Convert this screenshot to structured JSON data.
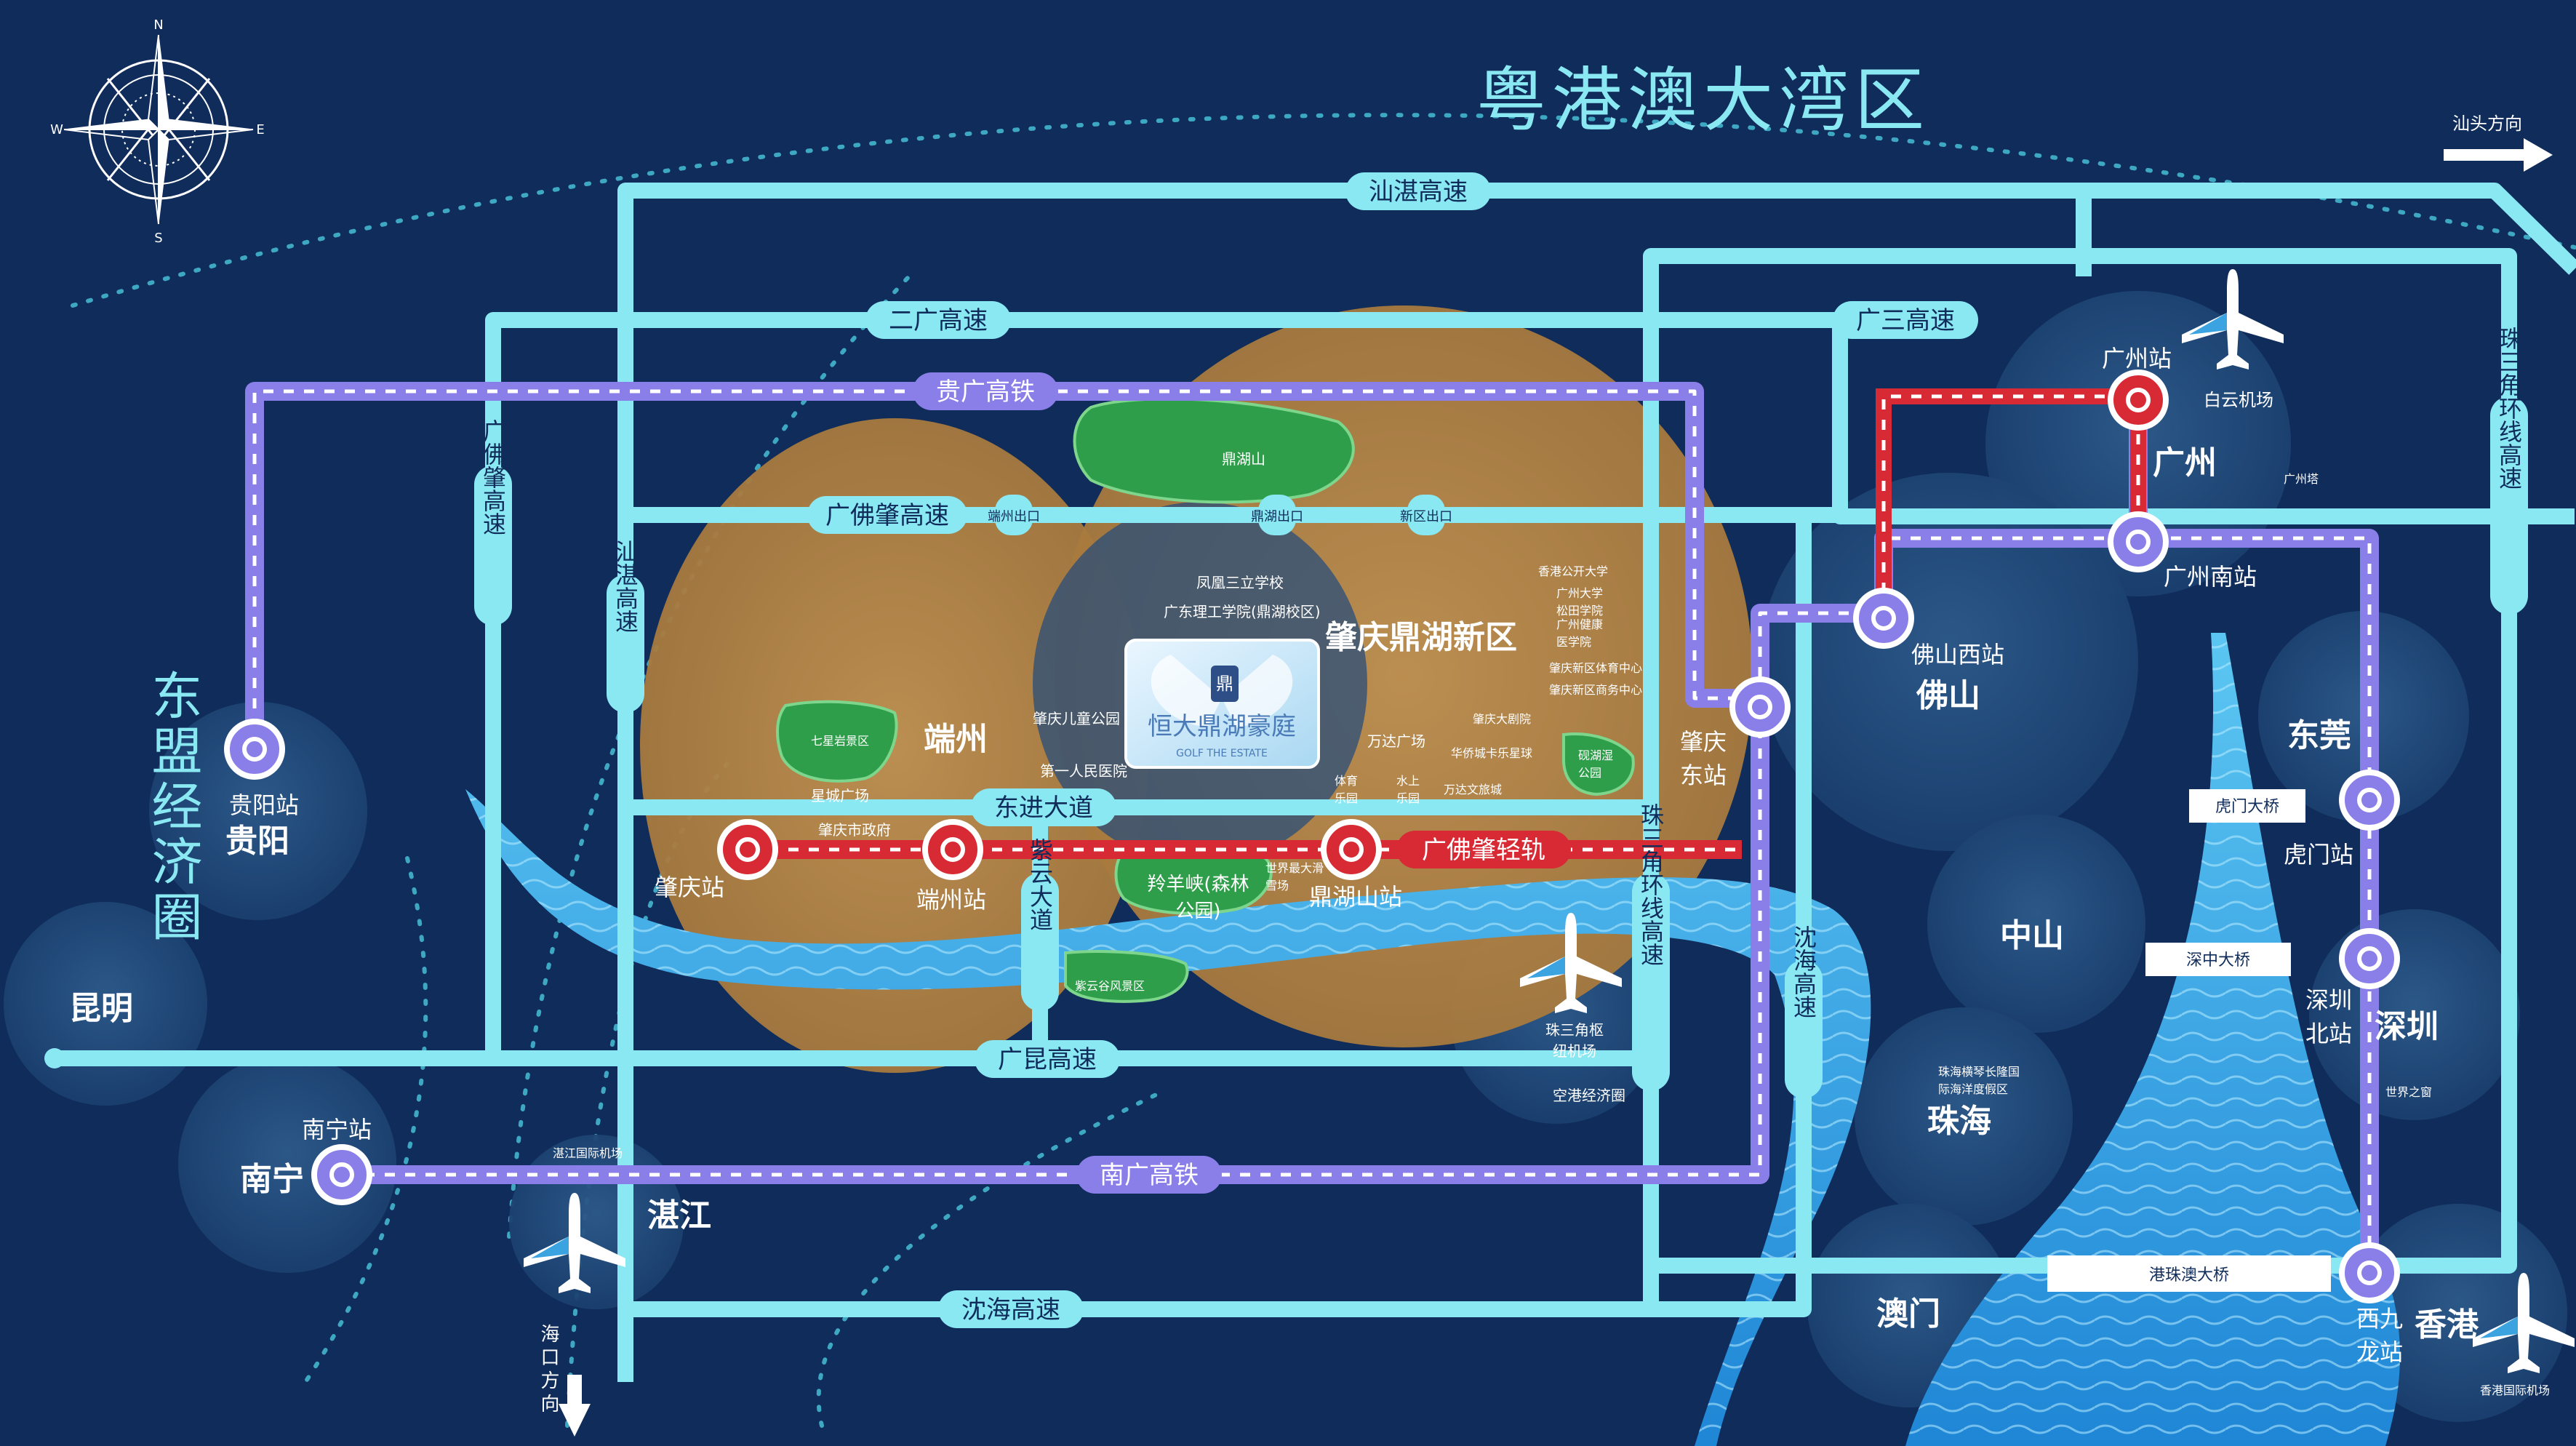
{
  "title": "粤港澳大湾区",
  "region_label": "东盟经济圈",
  "compass": {
    "n": "N",
    "s": "S",
    "e": "E",
    "w": "W"
  },
  "arrows": {
    "shantou": "汕头方向",
    "haikou": "海口方向"
  },
  "roads": {
    "shanzhan": "汕湛高速",
    "ergang": "二广高速",
    "guangsan": "广三高速",
    "guangfozhao": "广佛肇高速",
    "guangfozhao_v": "广佛肇高速",
    "shanzhan_v": "汕湛高速",
    "dongjin": "东进大道",
    "ziyun": "紫云大道",
    "guangkun": "广昆高速",
    "shenhai": "沈海高速",
    "shenhai_v": "沈海高速",
    "zhusanjiao_inner": "珠三角环线高速",
    "zhusanjiao_outer": "珠三角环线高速"
  },
  "rails": {
    "guiguang": "贵广高铁",
    "nanguang": "南广高铁",
    "guangfozhao_lrt": "广佛肇轻轨"
  },
  "exits": {
    "duanzhou": "端州出口",
    "dinghu": "鼎湖出口",
    "xinqu": "新区出口"
  },
  "cities": {
    "kunming": "昆明",
    "guiyang": "贵阳",
    "nanning": "南宁",
    "zhanjiang": "湛江",
    "duanzhou": "端州",
    "dinghu_new": "肇庆鼎湖新区",
    "guangzhou": "广州",
    "foshan": "佛山",
    "dongguan": "东莞",
    "zhongshan": "中山",
    "zhuhai": "珠海",
    "shenzhen": "深圳",
    "macau": "澳门",
    "hongkong": "香港"
  },
  "stations": {
    "guiyang": "贵阳站",
    "nanning": "南宁站",
    "zhaoqing": "肇庆站",
    "duanzhou": "端州站",
    "dinghushan": "鼎湖山站",
    "zhaoqing_east": "肇庆东站",
    "foshan_west": "佛山西站",
    "guangzhou": "广州站",
    "guangzhou_south": "广州南站",
    "humen": "虎门站",
    "shenzhen_north": "深圳北站",
    "west_kowloon": "西九龙站"
  },
  "airports": {
    "baiyun": "白云机场",
    "zhanjiang": "湛江国际机场",
    "hub": "珠三角枢纽机场",
    "hk": "香港国际机场"
  },
  "bridges": {
    "humen": "虎门大桥",
    "shenzhong": "深中大桥",
    "gangzhuao": "港珠澳大桥"
  },
  "pois": {
    "dinghushan": "鼎湖山",
    "fenghuang": "凤凰三立学校",
    "gdut": "广东理工学院(鼎湖校区)",
    "hk_open_uni": "香港公开大学",
    "gz_uni": "广州大学松田学院",
    "gz_health": "广州健康医学院",
    "sports_center": "肇庆新区体育中心",
    "business_center": "肇庆新区商务中心",
    "grand_theatre": "肇庆大剧院",
    "wanda_plaza": "万达广场",
    "ocean_park": "华侨城卡乐星球",
    "sports_park": "体育乐园",
    "water_park": "水上乐园",
    "wanda_culture": "万达文旅城",
    "tanghu_park": "砚湖湿公园",
    "children_park": "肇庆儿童公园",
    "hospital": "第一人民医院",
    "seven_stars": "七星岩景区",
    "xingcheng": "星城广场",
    "city_gov": "肇庆市政府",
    "lingyangxia": "羚羊峡(森林公园)",
    "shahai": "世界最大滑雪场",
    "ziyungu": "紫云谷风景区",
    "airport_zone": "空港经济圈",
    "canton_tower": "广州塔",
    "world_window": "世界之窗",
    "chimelong": "珠海横琴长隆国际海洋度假区",
    "flower_icon": "flower-icon"
  },
  "project": {
    "name": "恒大鼎湖豪庭",
    "sub": "GOLF THE ESTATE",
    "badge": "鼎"
  },
  "colors": {
    "background": "#0f2c5b",
    "highway": "#8ae8f2",
    "rail": "#8a7ee8",
    "lrt": "#d82a35",
    "halo": "#b88a45",
    "title": "#8ae8f2",
    "water": "#3aa3e0"
  }
}
